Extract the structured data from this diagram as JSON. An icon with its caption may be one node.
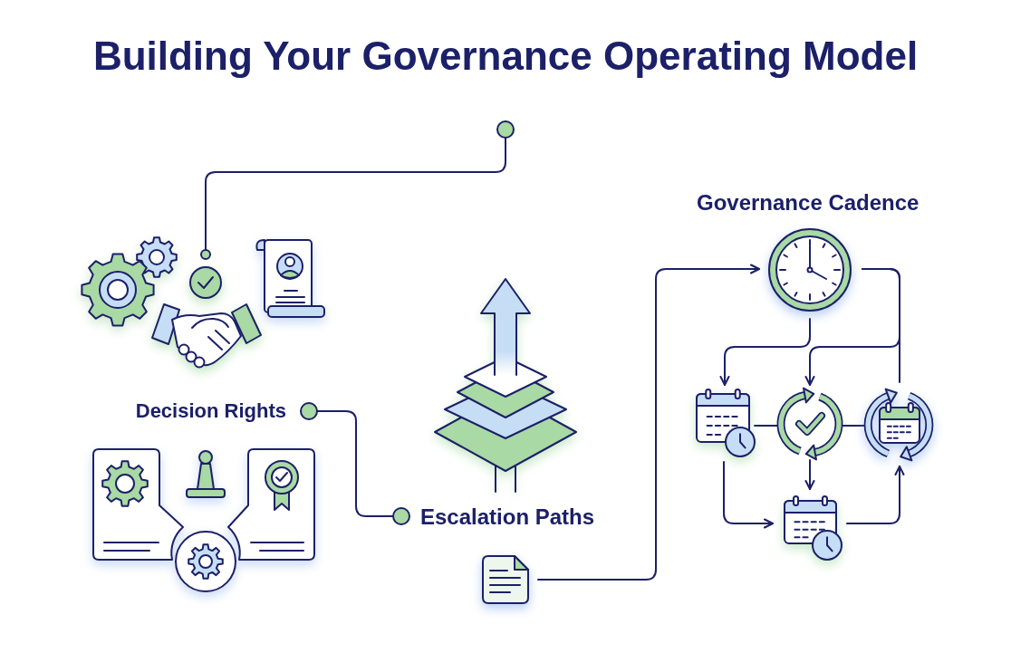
{
  "diagram": {
    "title": "Building Your Governance Operating Model",
    "nodes": [
      {
        "text": [],
        "shape": "picture"
      },
      {
        "text": [
          "Decision Rights"
        ]
      },
      {
        "text": [
          "Escalation Paths"
        ]
      },
      {
        "text": [],
        "shape": "picture"
      },
      {
        "text": [],
        "shape": "picture"
      },
      {
        "text": [],
        "shape": "picture"
      },
      {
        "text": [],
        "shape": "picture"
      },
      {
        "text": [],
        "shape": "picture"
      },
      {
        "text": [],
        "shape": "picture"
      }
    ],
    "edges": [
      {
        "from": null,
        "to": 0,
        "arrow": "other"
      },
      {
        "from": 1,
        "to": 2,
        "arrow": "other"
      },
      {
        "from": 3,
        "to": 4,
        "arrow": "to"
      },
      {
        "from": 4,
        "to": 5,
        "arrow": "to"
      },
      {
        "from": 4,
        "to": 6,
        "arrow": "to"
      },
      {
        "from": 4,
        "to": 7,
        "arrow": "none"
      },
      {
        "from": 5,
        "to": 6,
        "arrow": "none"
      },
      {
        "from": 6,
        "to": 7,
        "arrow": "none"
      },
      {
        "from": 6,
        "to": 8,
        "arrow": "to"
      },
      {
        "from": 5,
        "to": 8,
        "arrow": "to"
      },
      {
        "from": 8,
        "to": 7,
        "arrow": "to"
      }
    ],
    "labels": [
      "Governance Cadence"
    ]
  }
}
